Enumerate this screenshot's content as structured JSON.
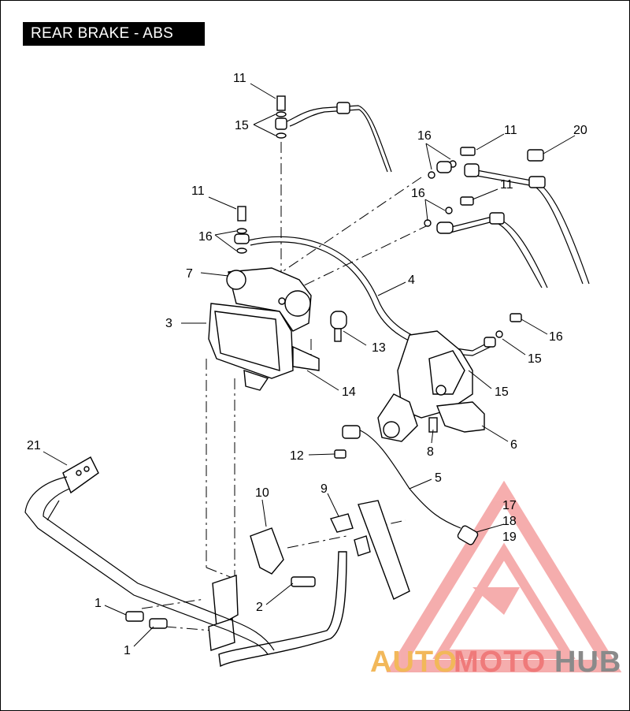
{
  "title": "REAR BRAKE - ABS",
  "callouts": {
    "c11a": "11",
    "c15a": "15",
    "c16b": "16",
    "c11b": "11",
    "c20": "20",
    "c11c": "11",
    "c16c": "16",
    "c16d": "16",
    "c11d": "11",
    "c7": "7",
    "c4": "4",
    "c3": "3",
    "c13": "13",
    "c16e": "16",
    "c15b": "15",
    "c15c": "15",
    "c14": "14",
    "c6": "6",
    "c8": "8",
    "c21": "21",
    "c12": "12",
    "c5": "5",
    "c10": "10",
    "c9": "9",
    "c17": "17",
    "c18": "18",
    "c19": "19",
    "c1a": "1",
    "c2": "2",
    "c1b": "1"
  },
  "watermark": {
    "part1": "AUTO",
    "part2": "MOTO",
    "part3": "HUB",
    "color_auto": "#f2b85a",
    "color_moto": "#ef7a7a",
    "color_hub": "#8a8a8a"
  }
}
